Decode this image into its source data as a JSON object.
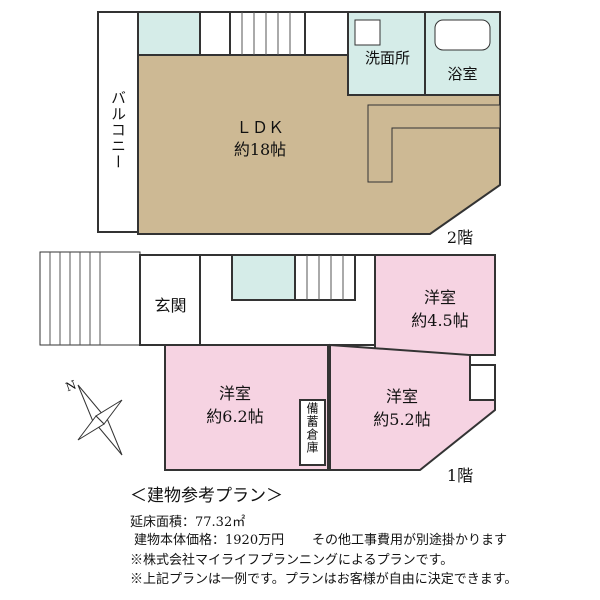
{
  "floor2": {
    "label": "2階",
    "balcony": "バルコニー",
    "ldk": {
      "name": "ＬＤＫ",
      "size": "約18帖"
    },
    "washroom": "洗面所",
    "bathroom": "浴室"
  },
  "floor1": {
    "label": "1階",
    "entrance": "玄関",
    "room_a": {
      "name": "洋室",
      "size": "約4.5帖"
    },
    "room_b": {
      "name": "洋室",
      "size": "約6.2帖"
    },
    "room_c": {
      "name": "洋室",
      "size": "約5.2帖"
    },
    "storage": "備蓄倉庫"
  },
  "compass": {
    "north": "N"
  },
  "info": {
    "title": "＜建物参考プラン＞",
    "floor_area": "延床面積：77.32㎡",
    "price": "建物本体価格：1920万円",
    "extra_cost": "その他工事費用が別途掛かります",
    "note1": "※株式会社マイライフプランニングによるプランです。",
    "note2": "※上記プランは一例です。プランはお客様が自由に決定できます。"
  },
  "colors": {
    "ldk": "#cdb994",
    "wet": "#d5ece8",
    "bedroom": "#f6d3e2",
    "wall": "#333333"
  }
}
